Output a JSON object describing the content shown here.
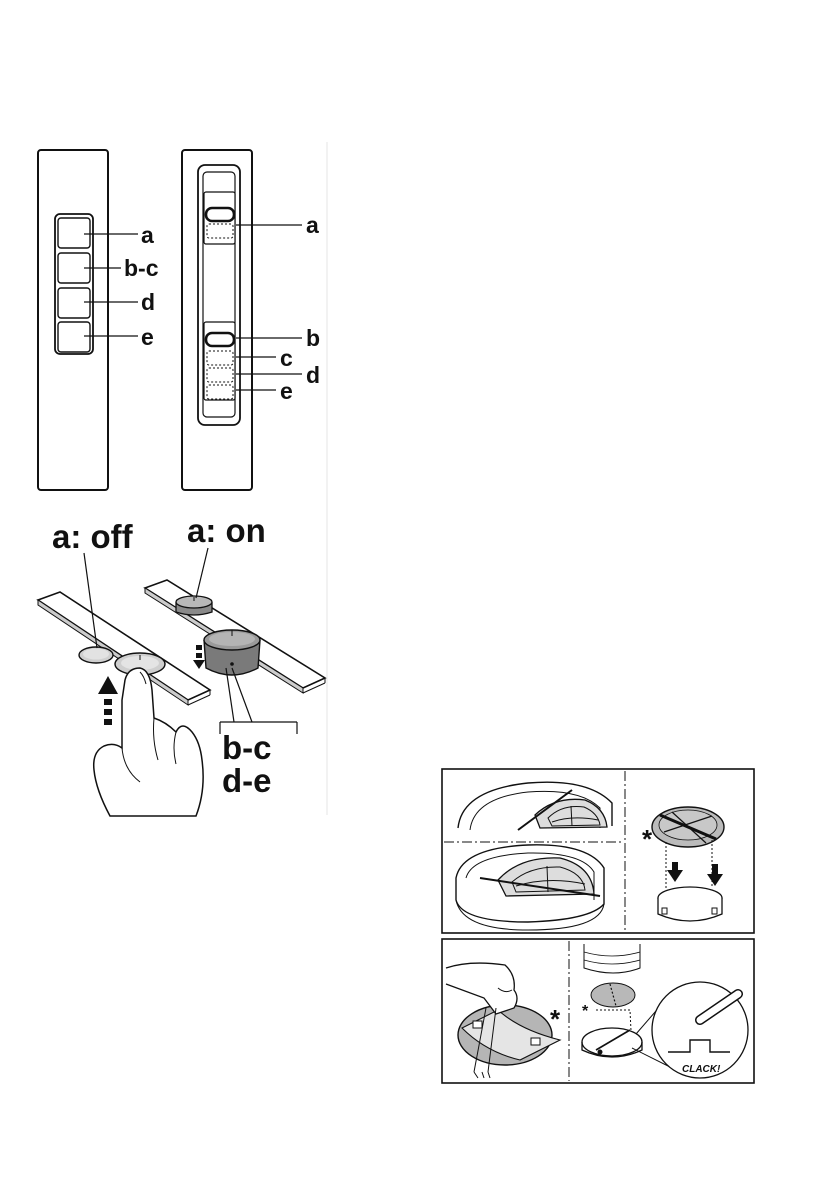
{
  "control_panel_left": {
    "labels": [
      "a",
      "b-c",
      "d",
      "e"
    ]
  },
  "control_panel_right": {
    "labels": [
      "a",
      "b",
      "c",
      "d",
      "e"
    ]
  },
  "states": {
    "off_label": "a: off",
    "on_label": "a: on",
    "group_label_line1": "b-c",
    "group_label_line2": "d-e"
  },
  "filter_panels": {
    "asterisk": "*",
    "clack_text": "CLACK!"
  }
}
